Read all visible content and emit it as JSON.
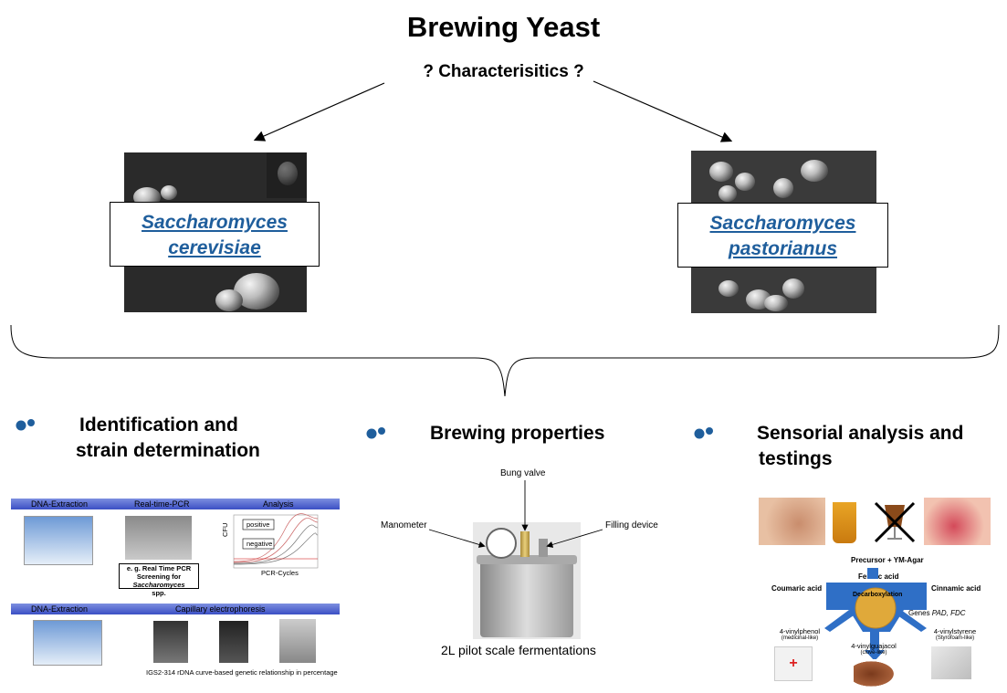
{
  "title": "Brewing Yeast",
  "question": "? Characterisitics ?",
  "species": [
    {
      "line1": "Saccharomyces",
      "line2": "cerevisiae"
    },
    {
      "line1": "Saccharomyces",
      "line2": "pastorianus"
    }
  ],
  "sections": {
    "identification": {
      "heading_line1": "Identification and",
      "heading_line2": "strain determination"
    },
    "brewing": {
      "heading": "Brewing properties"
    },
    "sensorial": {
      "heading_line1": "Sensorial analysis and",
      "heading_line2": "testings"
    }
  },
  "identification_panel": {
    "row1_steps": [
      "DNA-Extraction",
      "Real-time-PCR",
      "Analysis"
    ],
    "pcr_caption_line1": "e. g. Real Time PCR",
    "pcr_caption_line2a": "Screening for ",
    "pcr_caption_line2b": "Saccharomyces",
    "pcr_caption_line3": "spp.",
    "chart_positive": "positive",
    "chart_negative": "negative",
    "chart_ylabel": "CFU",
    "chart_xlabel": "PCR-Cycles",
    "row2_steps": [
      "DNA-Extraction",
      "Capillary electrophoresis"
    ],
    "igs_caption": "IGS2-314 rDNA curve-based genetic relationship in percentage"
  },
  "brewing_panel": {
    "bung_valve": "Bung valve",
    "manometer": "Manometer",
    "filling_device": "Filling device",
    "caption": "2L pilot scale fermentations"
  },
  "sensorial_panel": {
    "precursor": "Precursor + YM-Agar",
    "coumaric": "Coumaric acid",
    "ferulic": "Ferulic acid",
    "cinnamic": "Cinnamic acid",
    "decarboxylation": "Decarboxylation",
    "genes_prefix": "Genes ",
    "genes_italic": "PAD, FDC",
    "vinylphenol": "4-vinylphenol",
    "vinylphenol_note": "(medicinal-like)",
    "vinylguaiacol": "4-vinylguajacol",
    "vinylguaiacol_note": "(clove-like)",
    "vinylstyrene": "4-vinylstyrene",
    "vinylstyrene_note": "(Styrofoam-like)"
  },
  "colors": {
    "link": "#1f5e9c",
    "bullet": "#1f5e9c",
    "bar": "#4a5fd0",
    "arrow_blue": "#2f6fc6"
  }
}
